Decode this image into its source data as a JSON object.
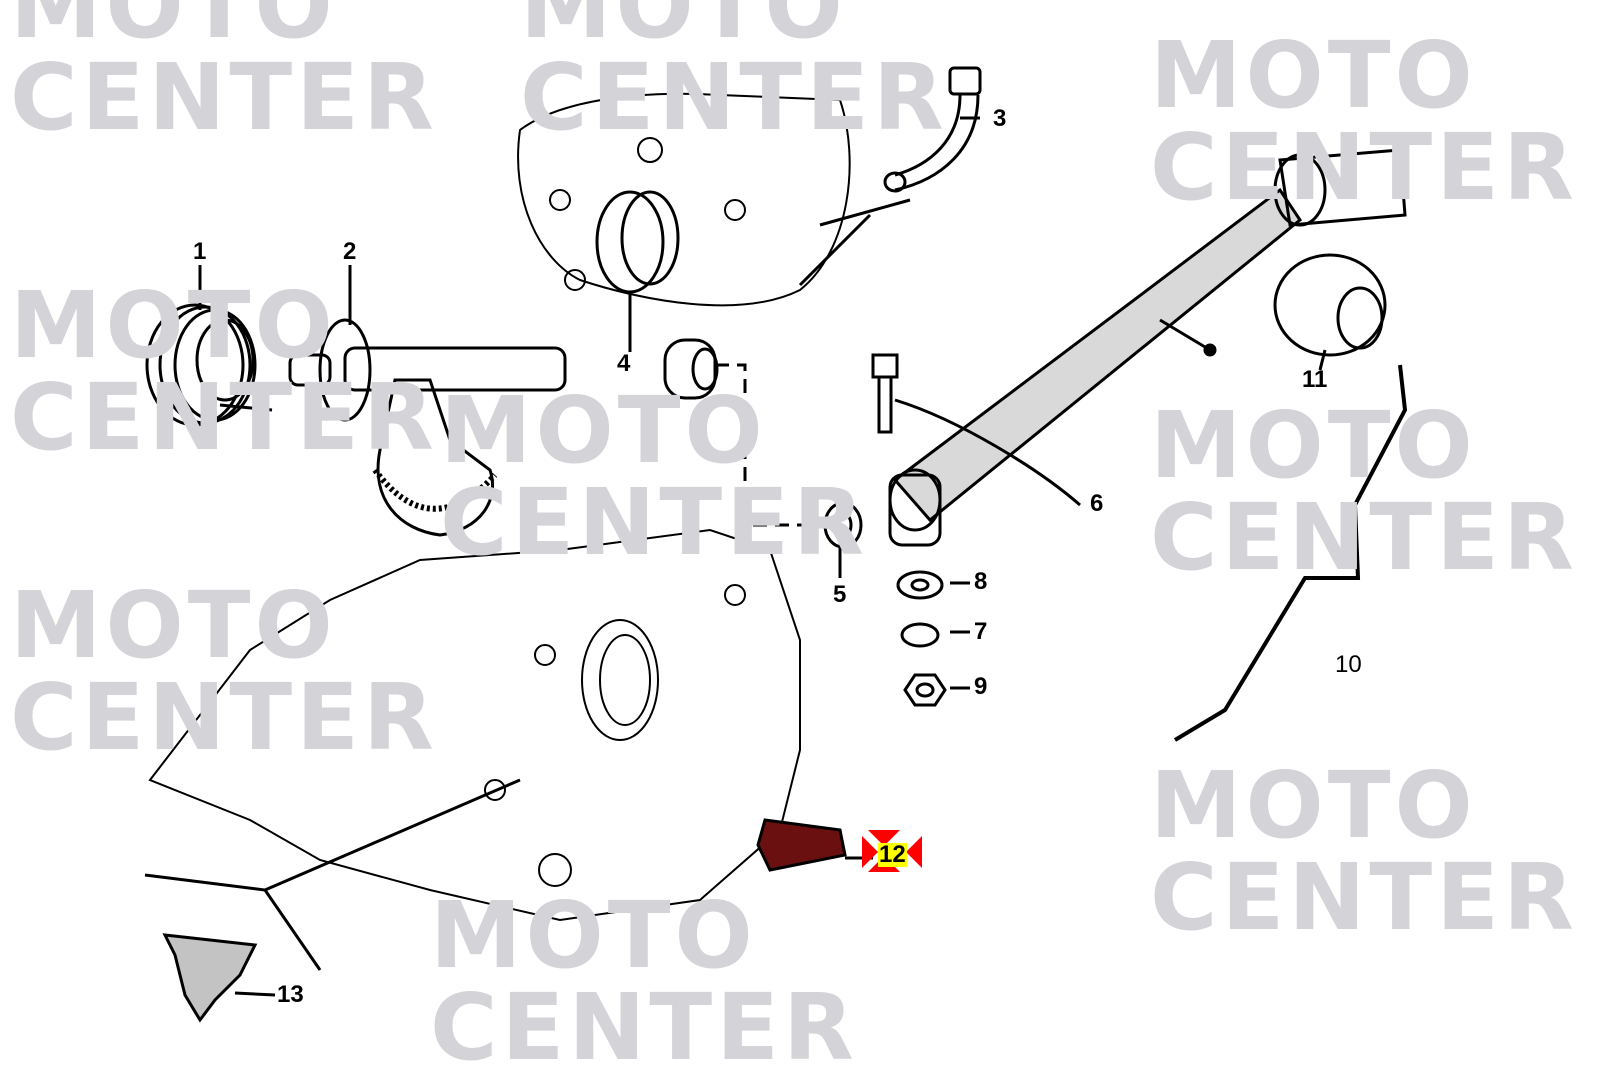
{
  "watermark": {
    "line1": "MOTO",
    "line2": "CENTER"
  },
  "callouts": [
    {
      "id": "1",
      "label": "1"
    },
    {
      "id": "2",
      "label": "2"
    },
    {
      "id": "3",
      "label": "3"
    },
    {
      "id": "4",
      "label": "4"
    },
    {
      "id": "5",
      "label": "5"
    },
    {
      "id": "6",
      "label": "6"
    },
    {
      "id": "7",
      "label": "7"
    },
    {
      "id": "8",
      "label": "8"
    },
    {
      "id": "9",
      "label": "9"
    },
    {
      "id": "10",
      "label": "10"
    },
    {
      "id": "11",
      "label": "11"
    },
    {
      "id": "12",
      "label": "12"
    },
    {
      "id": "13",
      "label": "13"
    }
  ],
  "highlight": {
    "part": "12",
    "marker_color": "#ff0000",
    "label_bg": "#ffff00"
  }
}
